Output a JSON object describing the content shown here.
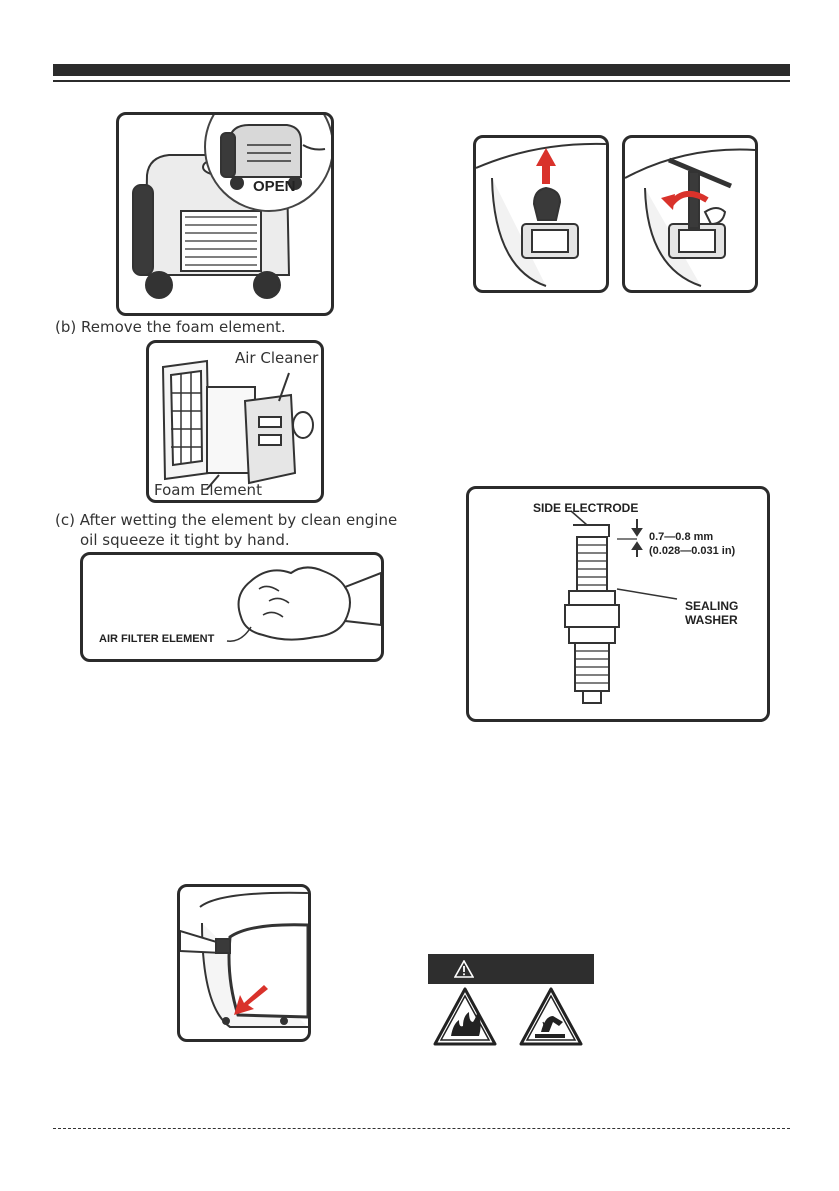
{
  "header": {
    "title": ""
  },
  "figures": {
    "open_label": "OPEN",
    "step_b": "(b) Remove the foam element.",
    "air_cleaner_label": "Air Cleaner",
    "foam_element_label": "Foam Element",
    "step_c_line1": "(c) After wetting the element by clean engine",
    "step_c_line2": "oil squeeze it tight by hand.",
    "air_filter_label": "AIR FILTER ELEMENT",
    "spark_plug": {
      "side_electrode": "SIDE ELECTRODE",
      "gap_mm": "0.7—0.8 mm",
      "gap_in": "(0.028—0.031 in)",
      "sealing_1": "SEALING",
      "sealing_2": "WASHER"
    }
  },
  "warning": {
    "icon": "warning-triangle-icon",
    "label": ""
  },
  "colors": {
    "bar": "#2b2b2b",
    "arrow_red": "#d9322b"
  }
}
